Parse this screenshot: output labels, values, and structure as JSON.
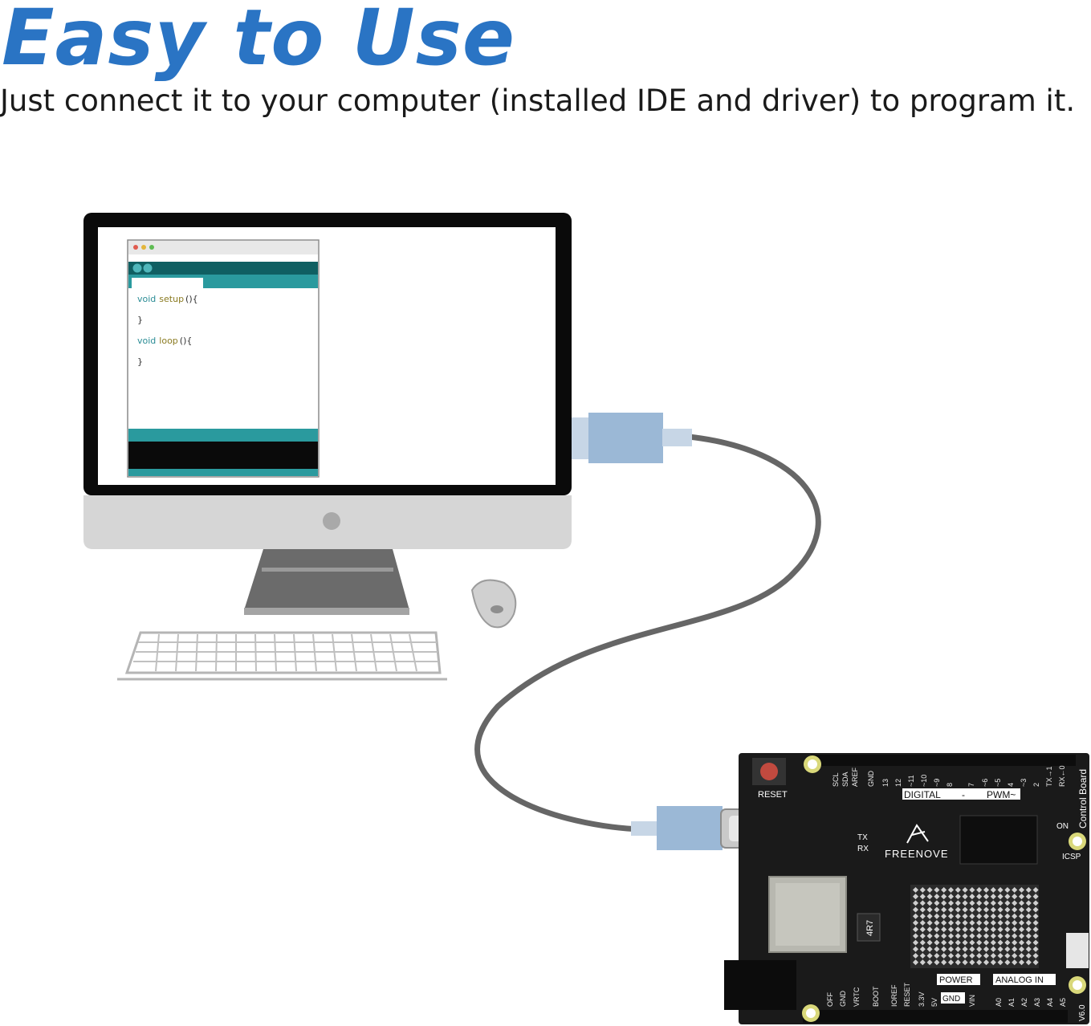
{
  "headline": "Easy to Use",
  "subline": "Just connect it to your computer (installed IDE and driver) to program it.",
  "ide": {
    "line1_kw": "void",
    "line1_fn": "setup",
    "line1_rest": "(){",
    "line2": "}",
    "line3_kw": "void",
    "line3_fn": "loop",
    "line3_rest": "(){",
    "line4": "}"
  },
  "board": {
    "reset": "RESET",
    "digital": "DIGITAL",
    "dash": "-",
    "pwm": "PWM~",
    "brand": "FREENOVE",
    "on": "ON",
    "icsp": "ICSP",
    "power": "POWER",
    "analog_in": "ANALOG IN",
    "gnd": "GND",
    "control_board": "Control Board",
    "v60": "V6.0",
    "tx": "TX",
    "rx": "RX",
    "chip_marking": "4R7",
    "top_pins": [
      "SCL",
      "SDA",
      "AREF",
      "GND",
      "13",
      "12",
      "~11",
      "~10",
      "~9",
      "8",
      "7",
      "~6",
      "~5",
      "4",
      "~3",
      "2",
      "TX→1",
      "RX←0"
    ],
    "bottom_pins": [
      "OFF",
      "GND",
      "VRTC",
      "BOOT",
      "IOREF",
      "RESET",
      "3.3V",
      "5V",
      "VIN",
      "A0",
      "A1",
      "A2",
      "A3",
      "A4",
      "A5"
    ]
  },
  "colors": {
    "headline": "#2a74c4",
    "teal": "#2a9a9e",
    "dark_teal": "#0f5f62",
    "connector": "#9bb8d6",
    "cable": "#666666",
    "pcb": "#1a1a1a"
  }
}
